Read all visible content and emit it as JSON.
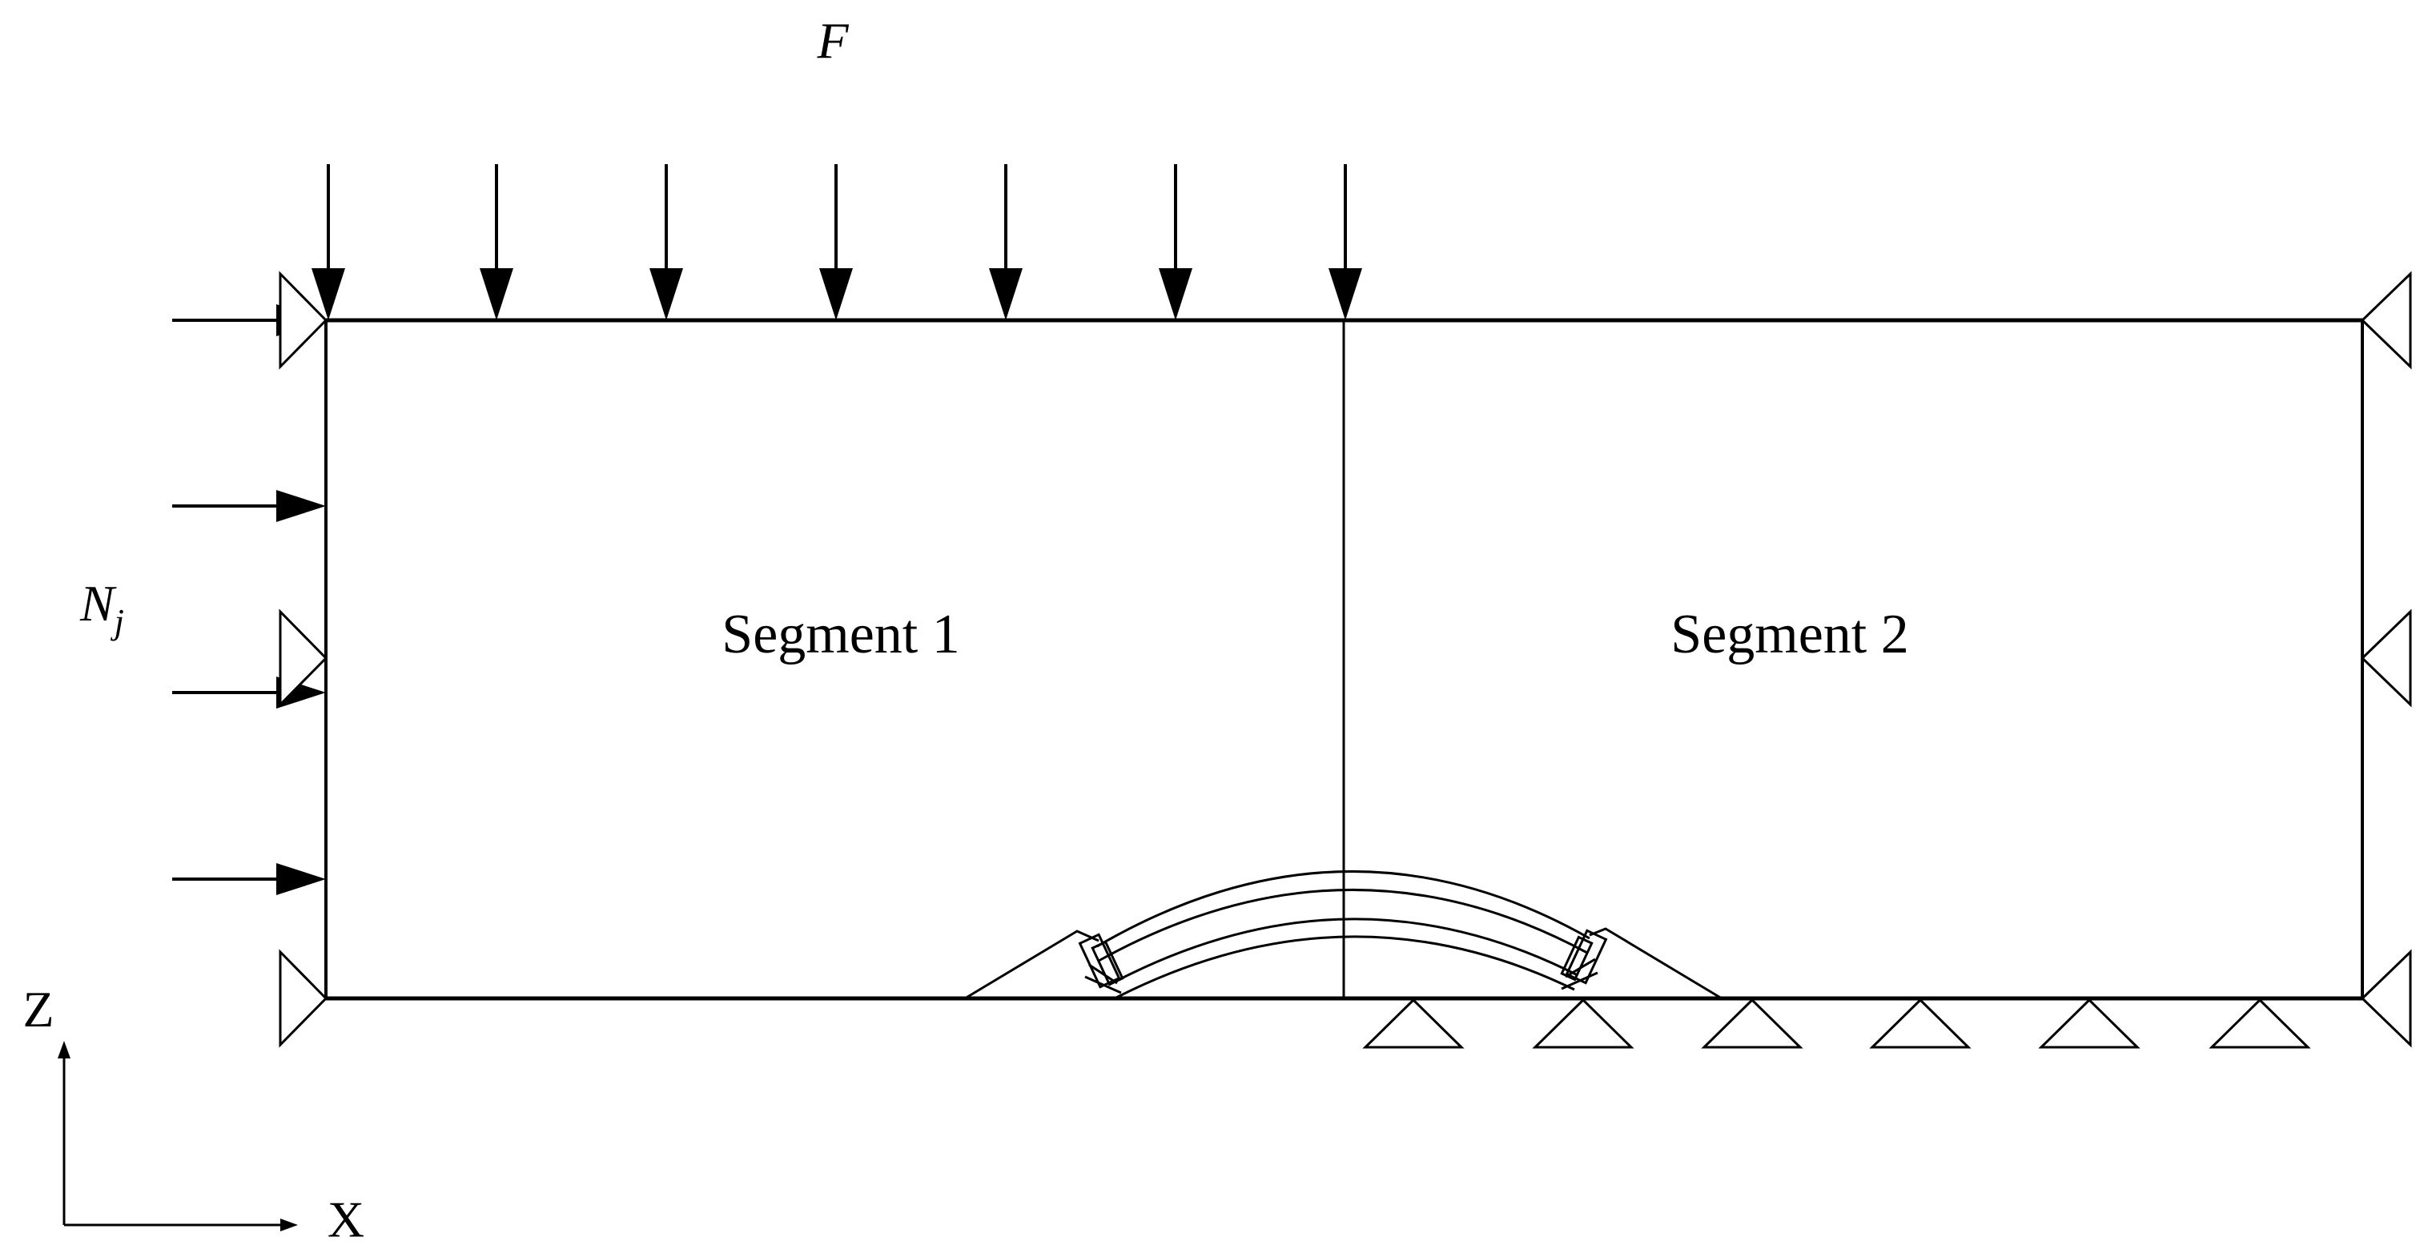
{
  "labels": {
    "force": "F",
    "normal_base": "N",
    "normal_sub": "j",
    "segment_1": "Segment 1",
    "segment_2": "Segment 2",
    "axis_z": "Z",
    "axis_x": "X"
  },
  "colors": {
    "stroke": "#000000",
    "background": "#ffffff",
    "support_fill": "#ffffff"
  }
}
